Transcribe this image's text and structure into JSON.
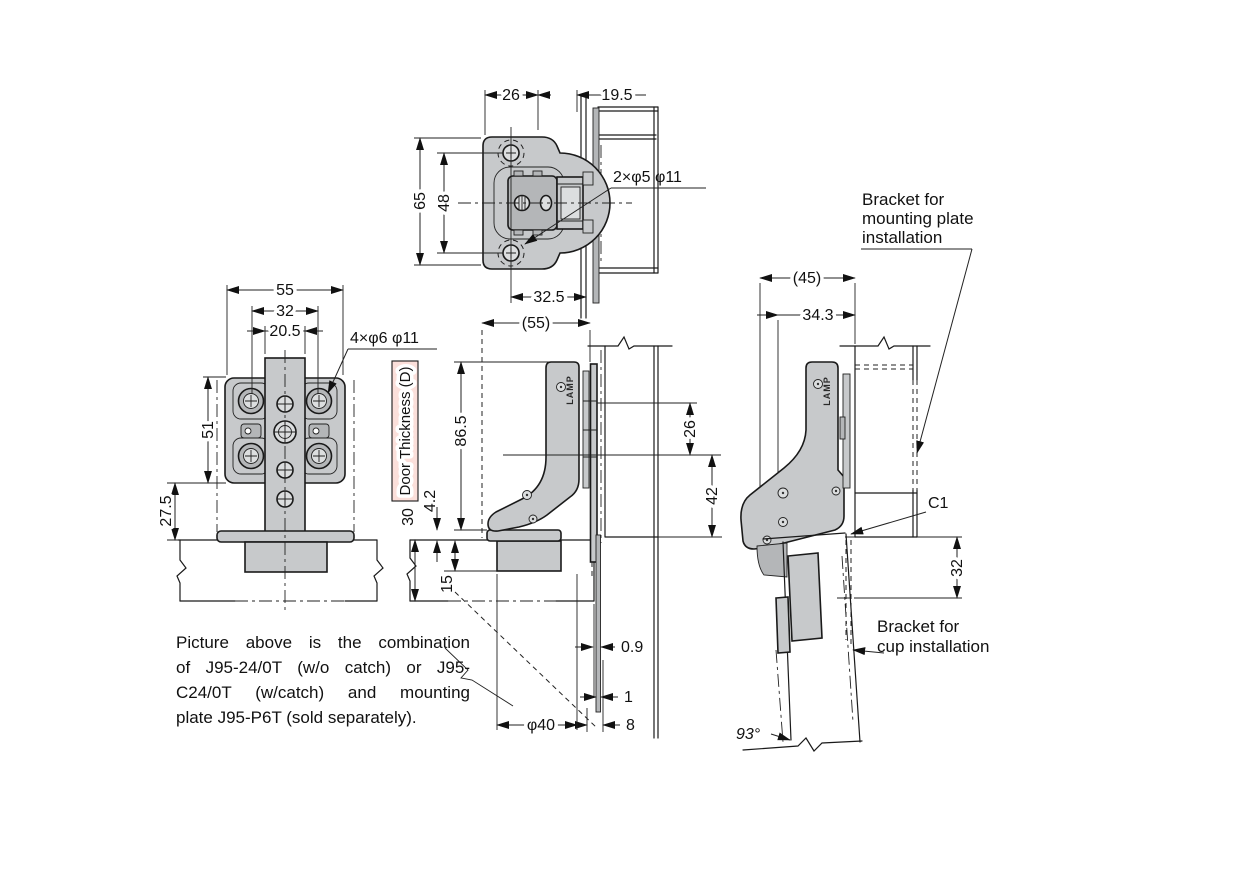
{
  "colors": {
    "background": "#ffffff",
    "line": "#1a1a1a",
    "dim_line": "#222222",
    "text": "#111111",
    "part_fill": "#c7c9cb",
    "part_fill_light": "#dcdedf",
    "part_fill_dark": "#b4b6b8",
    "door_thickness_bg": "#fbdfda"
  },
  "front_view": {
    "dim_plate_width": "26",
    "dim_offset": "19.5",
    "dim_height": "65",
    "dim_hole_pitch": "48",
    "dim_bottom_width": "32.5",
    "hole_callout": "2×φ5 φ11"
  },
  "top_view": {
    "dim_width": "55",
    "dim_hole_pitch": "32",
    "dim_rail_width": "20.5",
    "dim_hole_pitch_vertical": "51",
    "dim_cup_distance": "27.5",
    "hole_callout": "4×φ6 φ11"
  },
  "side_view_closed": {
    "brand": "LAMP",
    "door_thickness_label": "Door Thickness (D)",
    "dim_door_thickness": "30",
    "dim_flange_height": "4.2",
    "dim_depth_ref": "(55)",
    "dim_total_height": "86.5",
    "dim_cup_depth": "15",
    "dim_top_offset": "26",
    "dim_axis_offset": "42",
    "dim_gap": "0.9",
    "dim_clearance": "1",
    "dim_edge_distance": "8",
    "dim_cup_diameter": "φ40"
  },
  "open_view": {
    "brand": "LAMP",
    "dim_depth_ref": "(45)",
    "dim_arm_reach": "34.3",
    "chamfer_note": "C1",
    "dim_plate_distance": "32",
    "opening_angle": "93°",
    "mounting_bracket_label": [
      "Bracket for",
      "mounting plate",
      "installation"
    ],
    "cup_bracket_label": [
      "Bracket for",
      "cup installation"
    ]
  },
  "caption": {
    "lines": [
      "Picture above is the combination",
      "of J95-24/0T (w/o catch) or J95-",
      "C24/0T (w/catch) and mounting",
      "plate J95-P6T (sold separately)."
    ]
  }
}
